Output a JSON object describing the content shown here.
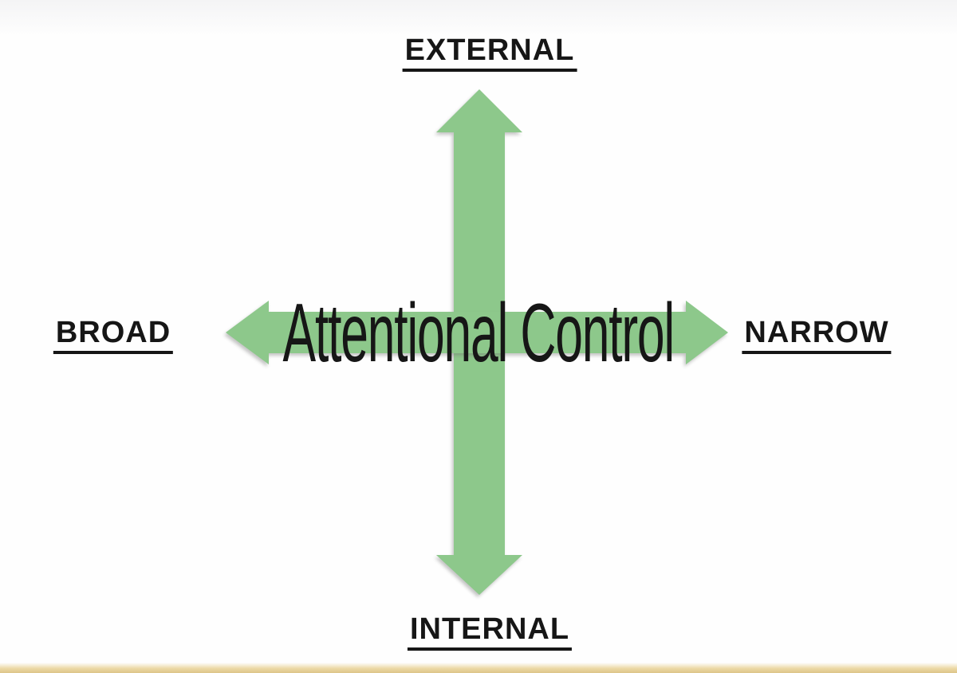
{
  "diagram": {
    "title": "Attentional Control",
    "axes": {
      "top": "EXTERNAL",
      "bottom": "INTERNAL",
      "left": "BROAD",
      "right": "NARROW"
    },
    "colors": {
      "arrow": "#8dc88b",
      "text": "#161616",
      "bottom_bar": "#ddc489",
      "top_strip": "#f4f4f5"
    }
  }
}
